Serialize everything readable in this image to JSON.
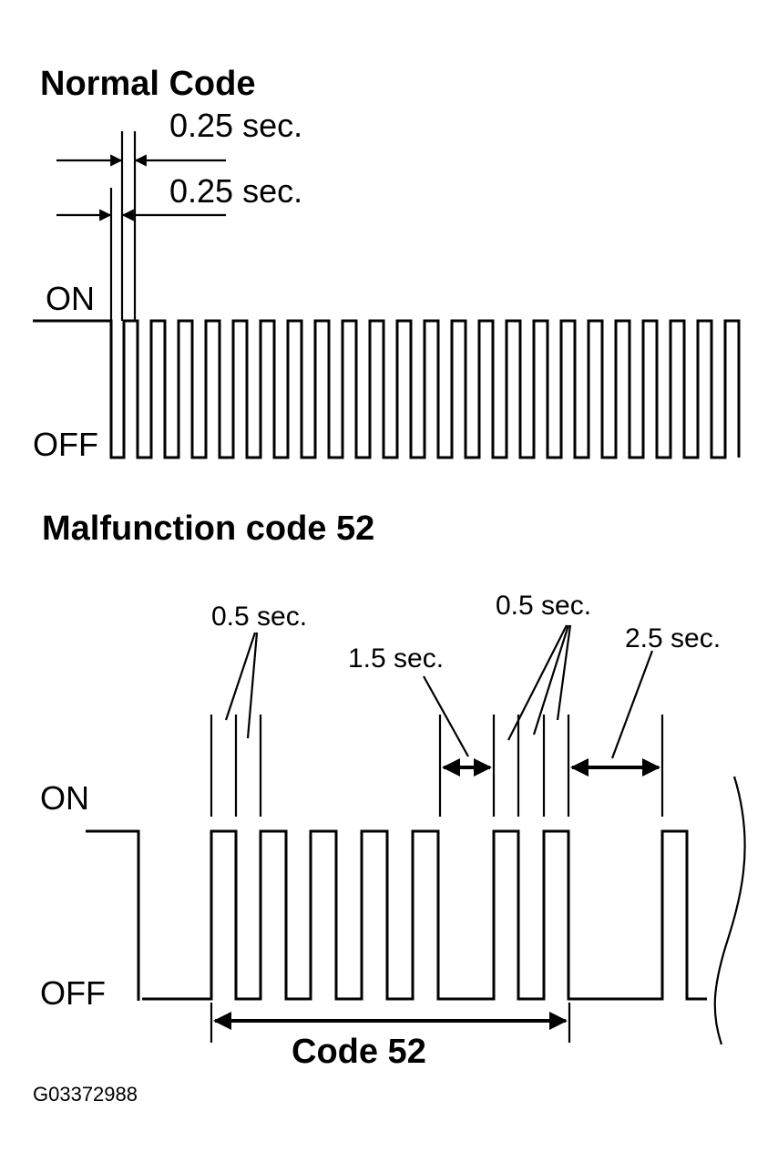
{
  "normal": {
    "title": "Normal Code",
    "on_label": "ON",
    "off_label": "OFF",
    "on_time": "0.25 sec.",
    "off_time": "0.25 sec."
  },
  "malfunction": {
    "title": "Malfunction code 52",
    "on_label": "ON",
    "off_label": "OFF",
    "pulse_label_a": "0.5 sec.",
    "pulse_label_b": "0.5 sec.",
    "gap_label": "1.5 sec.",
    "pause_label": "2.5 sec.",
    "code_label": "Code 52"
  },
  "figure_id": "G03372988"
}
